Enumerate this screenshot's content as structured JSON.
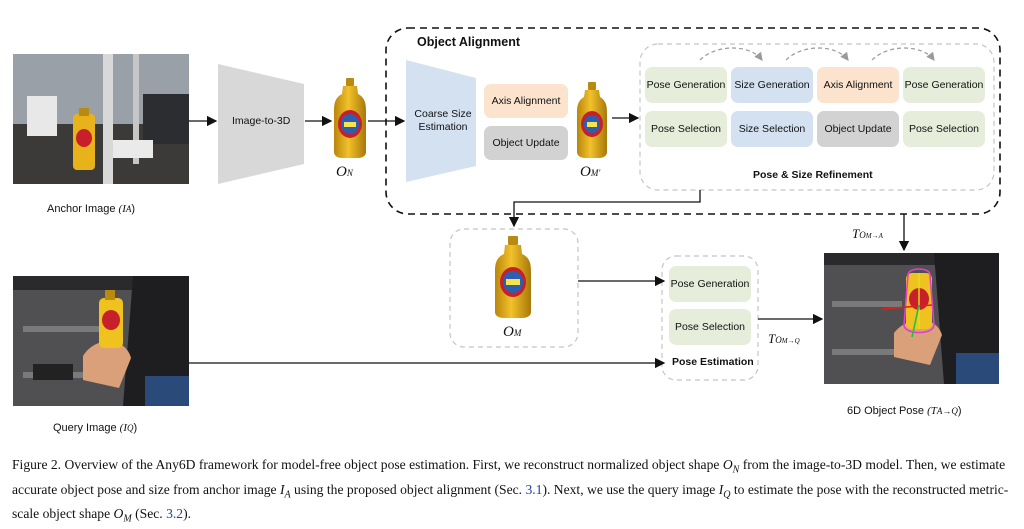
{
  "diagram": {
    "anchor_label": "Anchor  Image",
    "anchor_sym": "(I",
    "anchor_sub": "A",
    "query_label": "Query  Image",
    "query_sym": "(I",
    "query_sub": "Q",
    "image_to_3d": "Image-to-3D",
    "on_label": "O",
    "on_sub": "N",
    "omprime_label": "O",
    "omprime_sub": "M′",
    "om_label": "O",
    "om_sub": "M",
    "object_alignment_title": "Object Alignment",
    "coarse_size": "Coarse Size Estimation",
    "axis_alignment": "Axis Alignment",
    "object_update": "Object Update",
    "refinement_title": "Pose & Size Refinement",
    "refine_columns": [
      {
        "top": "Pose Generation",
        "bottom": "Pose Selection"
      },
      {
        "top": "Size Generation",
        "bottom": "Size Selection"
      },
      {
        "top": "Axis Alignment",
        "bottom": "Object Update"
      },
      {
        "top": "Pose Generation",
        "bottom": "Pose Selection"
      }
    ],
    "pose_estimation_title": "Pose Estimation",
    "pose_generation": "Pose Generation",
    "pose_selection": "Pose Selection",
    "t_om_a": "T",
    "t_om_a_sub": "O",
    "t_om_a_sub2": "M→A",
    "t_om_q": "T",
    "t_om_q_sub": "O",
    "t_om_q_sub2": "M→Q",
    "result_label": "6D Object Pose",
    "result_sym": "(T",
    "result_sub": "A→Q"
  },
  "caption": {
    "part1": "Figure 2. Overview of the Any6D framework for model-free object pose estimation. First, we reconstruct normalized object shape ",
    "on": "O",
    "on_sub": "N",
    "part2": " from the image-to-3D model. Then, we estimate accurate object pose and size from anchor image ",
    "ia": "I",
    "ia_sub": "A",
    "part3": " using the proposed object alignment (Sec. ",
    "ref1": "3.1",
    "part4": "). Next, we use the query image ",
    "iq": "I",
    "iq_sub": "Q",
    "part5": " to estimate the pose with the reconstructed metric-scale object shape ",
    "om": "O",
    "om_sub": "M",
    "part6": " (Sec. ",
    "ref2": "3.2",
    "part7": ")."
  },
  "colors": {
    "green_box": "#e6eedb",
    "blue_box": "#d3e1f1",
    "peach_box": "#fbe3cd",
    "gray_box": "#d2d2d2",
    "trapezoid_gray": "#d8d8d8",
    "trapezoid_blue": "#d3e1f1",
    "mustard_yellow": "#e8b21a",
    "link_blue": "#1f3fa8"
  }
}
